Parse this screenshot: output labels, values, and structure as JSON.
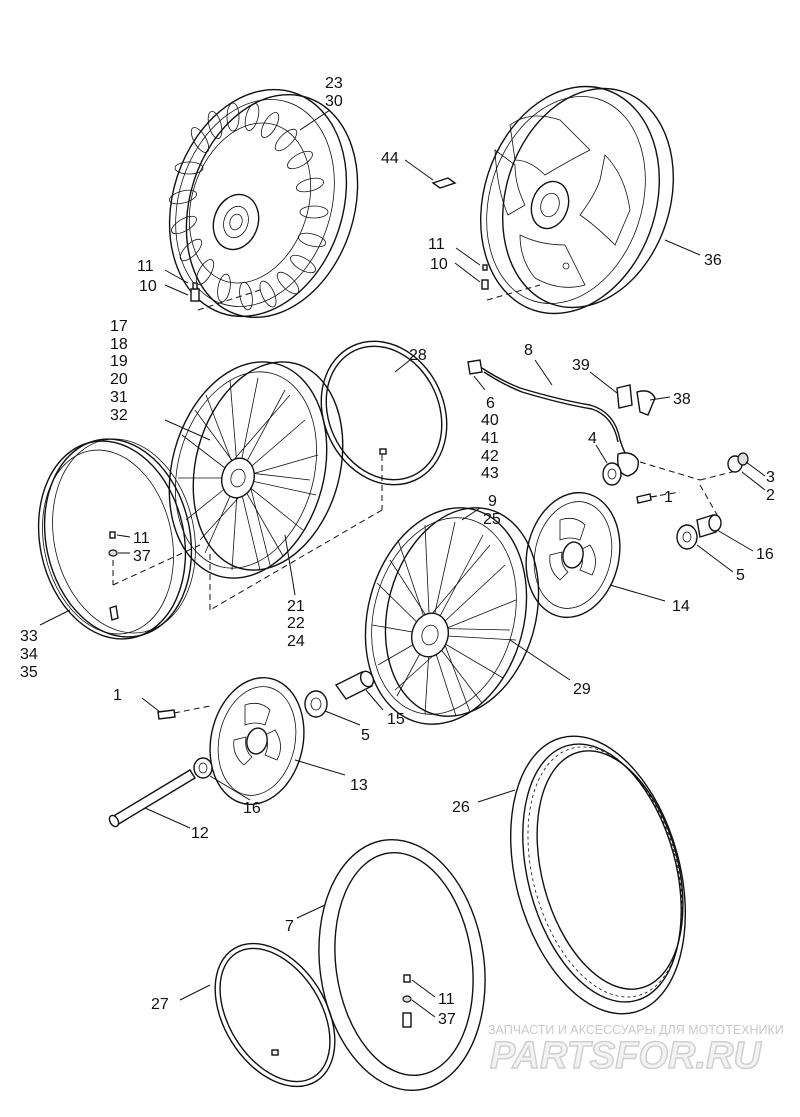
{
  "labels": {
    "c23": "23",
    "c30": "30",
    "c44": "44",
    "c11a": "11",
    "c10a": "10",
    "c11b": "11",
    "c10b": "10",
    "c36": "36",
    "c17": "17",
    "c18": "18",
    "c19": "19",
    "c20": "20",
    "c31": "31",
    "c32": "32",
    "c28": "28",
    "c8": "8",
    "c39": "39",
    "c38": "38",
    "c6": "6",
    "c40": "40",
    "c41": "41",
    "c42": "42",
    "c43": "43",
    "c4": "4",
    "c3": "3",
    "c2": "2",
    "c1a": "1",
    "c9": "9",
    "c25": "25",
    "c16a": "16",
    "c5a": "5",
    "c14": "14",
    "c11c": "11",
    "c37a": "37",
    "c33": "33",
    "c34": "34",
    "c35": "35",
    "c21": "21",
    "c22": "22",
    "c24": "24",
    "c29": "29",
    "c1b": "1",
    "c15": "15",
    "c5b": "5",
    "c13": "13",
    "c16b": "16",
    "c12": "12",
    "c26": "26",
    "c7": "7",
    "c27": "27",
    "c11d": "11",
    "c37b": "37"
  },
  "watermark": {
    "tagline": "ЗАПЧАСТИ И АКСЕССУАРЫ ДЛЯ МОТОТЕХНИКИ",
    "brand": "PARTSFOR.RU"
  }
}
